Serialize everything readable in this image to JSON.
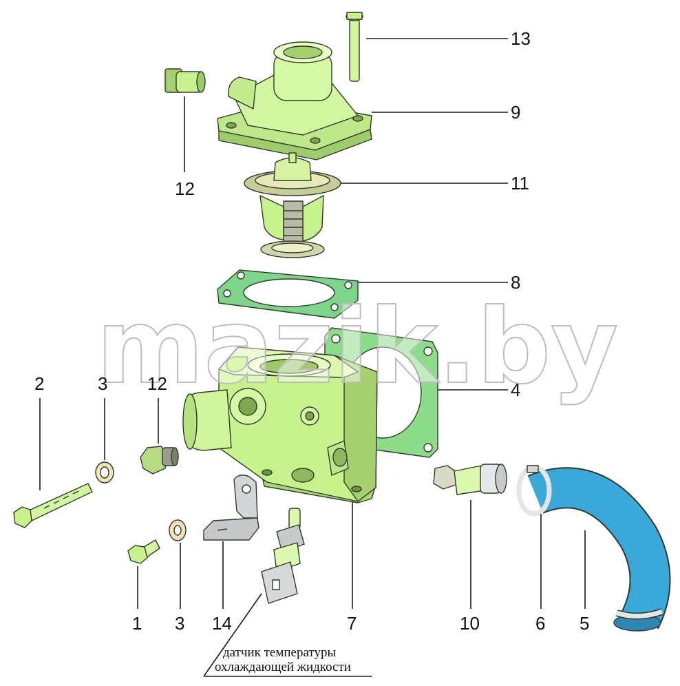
{
  "watermark": "mazik.by",
  "colors": {
    "part_green": "#c8f28c",
    "part_green_dark": "#8fc35a",
    "gasket_green": "#7ed48a",
    "hose_blue": "#3aa8d8",
    "metal_grey": "#b9bcc0",
    "watermark_stroke": "#bdbdbd"
  },
  "callouts": [
    {
      "id": "13",
      "label": "13"
    },
    {
      "id": "9",
      "label": "9"
    },
    {
      "id": "12a",
      "label": "12"
    },
    {
      "id": "11",
      "label": "11"
    },
    {
      "id": "8",
      "label": "8"
    },
    {
      "id": "4",
      "label": "4"
    },
    {
      "id": "2",
      "label": "2"
    },
    {
      "id": "3a",
      "label": "3"
    },
    {
      "id": "12b",
      "label": "12"
    },
    {
      "id": "1",
      "label": "1"
    },
    {
      "id": "3b",
      "label": "3"
    },
    {
      "id": "14",
      "label": "14"
    },
    {
      "id": "7",
      "label": "7"
    },
    {
      "id": "10",
      "label": "10"
    },
    {
      "id": "6",
      "label": "6"
    },
    {
      "id": "5",
      "label": "5"
    }
  ],
  "caption": {
    "line1": "датчик температуры",
    "line2": "охлаждающей жидкости"
  }
}
